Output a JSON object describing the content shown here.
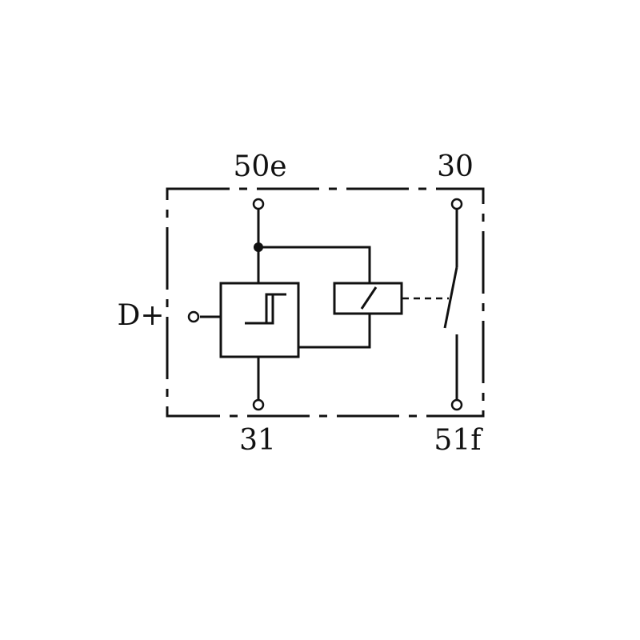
{
  "diagram": {
    "terminals": {
      "t50e": "50e",
      "t30": "30",
      "tD": "D+",
      "t31": "31",
      "t51f": "51f"
    },
    "colors": {
      "stroke": "#111111",
      "background": "#ffffff"
    }
  }
}
